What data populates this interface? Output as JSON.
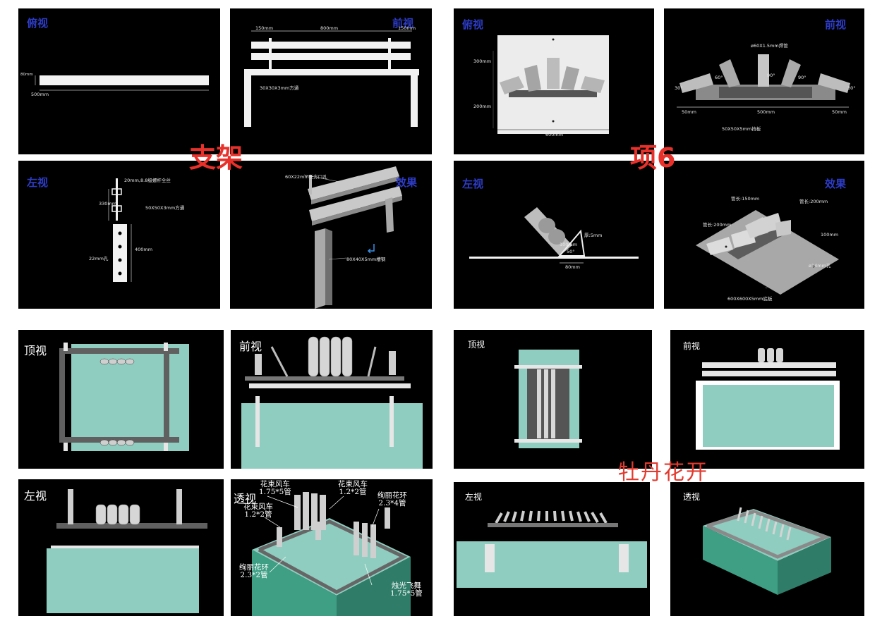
{
  "left_set": {
    "top_view": {
      "title": "俯视",
      "dims": [
        "80mm",
        "500mm"
      ]
    },
    "front_view": {
      "title": "前视",
      "dims": [
        "150mm",
        "800mm",
        "150mm"
      ],
      "note": "30X30X3mm方通"
    },
    "left_view": {
      "title": "左视",
      "notes": [
        "20mm,8.8级螺杆全丝",
        "50X50X3mm方通",
        "22mm孔"
      ],
      "dims": [
        "330mm",
        "400mm"
      ]
    },
    "effect_view": {
      "title": "效果",
      "notes": [
        "60X22mm长方口孔",
        "80X40X5mm槽钢"
      ]
    },
    "big_label": "支架"
  },
  "right_set": {
    "top_view": {
      "title": "俯视",
      "dims": [
        "300mm",
        "200mm",
        "600mm"
      ]
    },
    "front_view": {
      "title": "前视",
      "note_pipe": "ø60X1.5mm焊管",
      "angles": [
        "60°",
        "90°",
        "90°",
        "30°",
        "30°"
      ],
      "dims": [
        "50mm",
        "500mm",
        "50mm"
      ],
      "note_plate": "50X50X5mm挡板"
    },
    "left_view": {
      "title": "左视",
      "notes": [
        "厚:5mm",
        "100mm",
        "50°",
        "80mm"
      ]
    },
    "effect_view": {
      "title": "效果",
      "notes": [
        "管长:150mm",
        "管长:200mm",
        "管长:200mm",
        "100mm",
        "ø14mm孔",
        "600X600X5mm底板"
      ]
    },
    "big_label": "项6"
  },
  "bottom_left": {
    "top_view": {
      "title": "顶视"
    },
    "front_view": {
      "title": "前视"
    },
    "left_view": {
      "title": "左视"
    },
    "perspective": {
      "title": "透视",
      "callouts": [
        {
          "name": "花束风车",
          "spec": "1.75*5管"
        },
        {
          "name": "花束风车",
          "spec": "1.2*2管"
        },
        {
          "name": "绚丽花环",
          "spec": "2.3*4管"
        },
        {
          "name": "花束风车",
          "spec": "1.2*2管"
        },
        {
          "name": "绚丽花环",
          "spec": "2.3*2管"
        },
        {
          "name": "烛光飞舞",
          "spec": "1.75*5管"
        }
      ]
    }
  },
  "bottom_right": {
    "top_view": {
      "title": "顶视"
    },
    "front_view": {
      "title": "前视"
    },
    "left_view": {
      "title": "左视"
    },
    "perspective": {
      "title": "透视"
    },
    "big_label": "牡丹花开"
  },
  "colors": {
    "teal": "#8ecdbf",
    "accent_red": "#e8312a",
    "title_blue": "#2d3cc8"
  }
}
